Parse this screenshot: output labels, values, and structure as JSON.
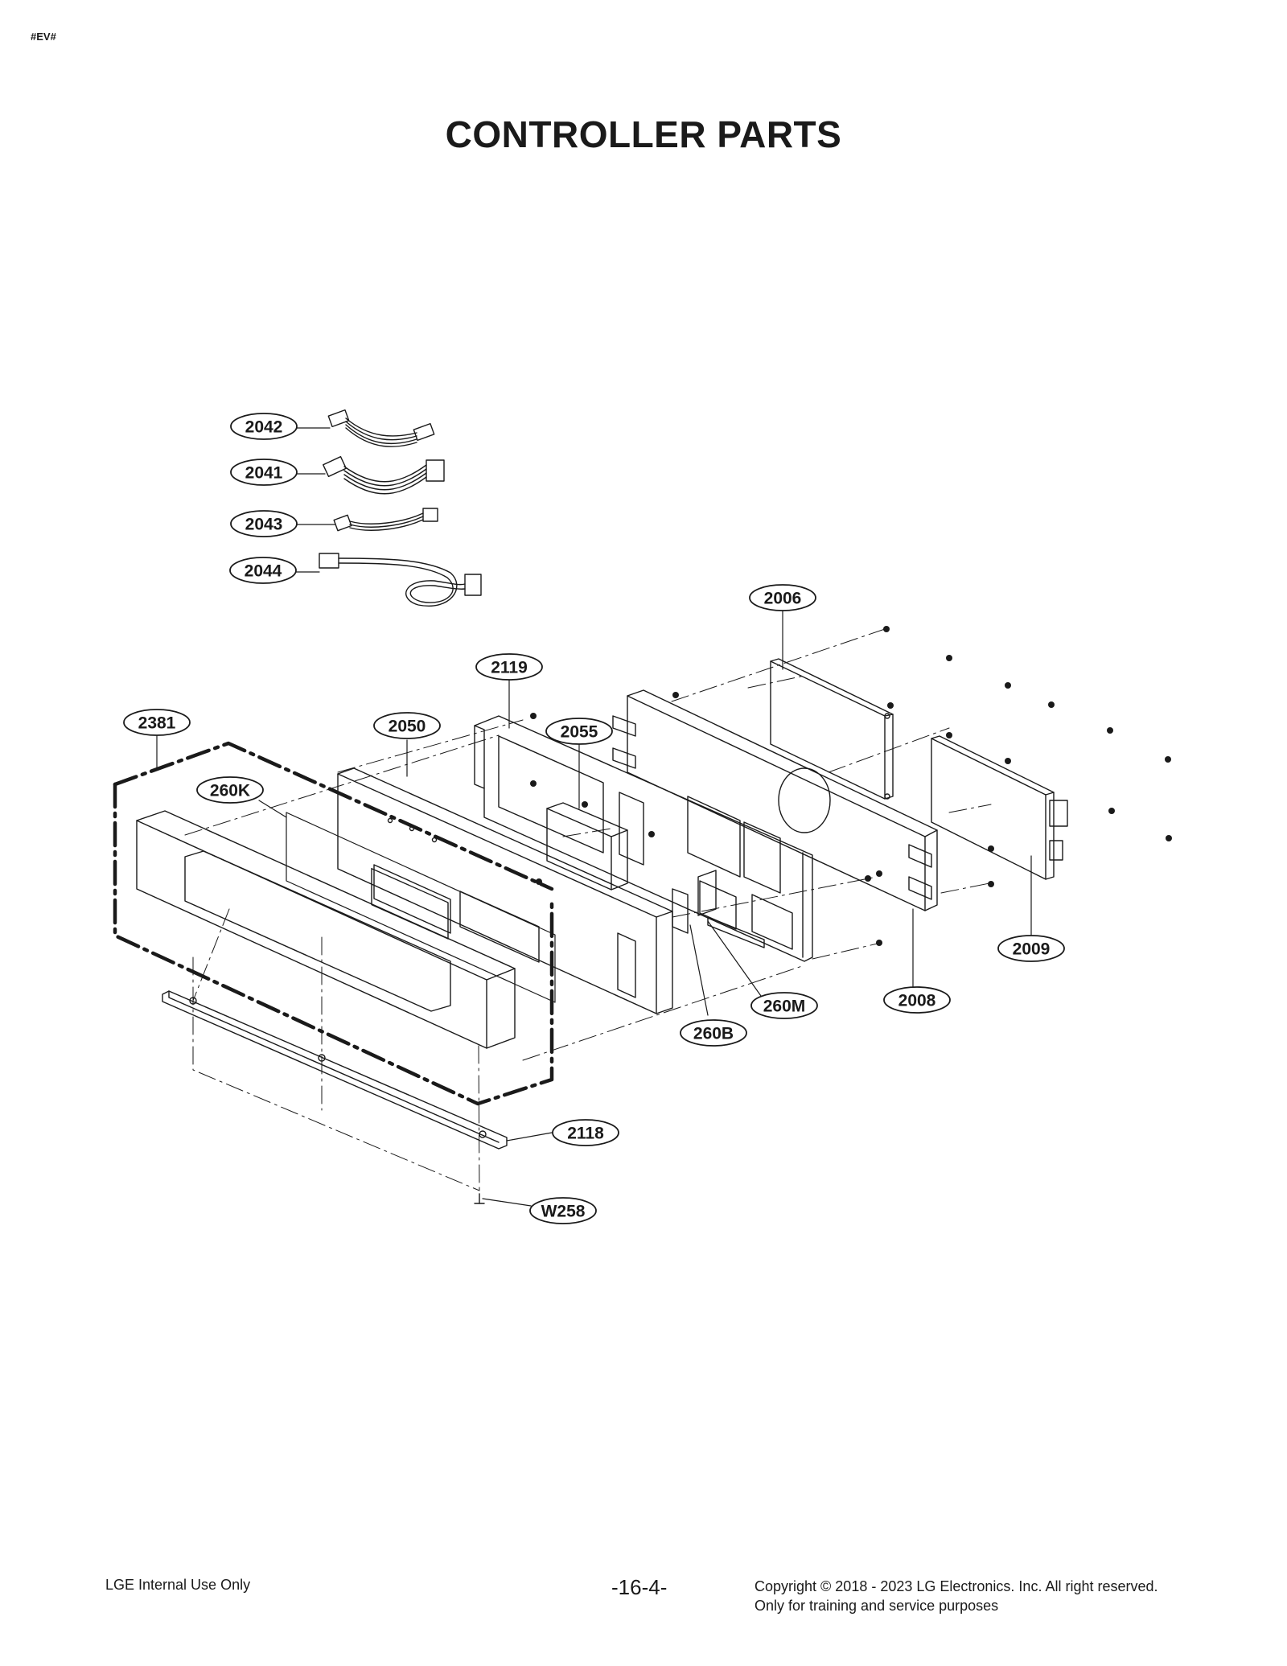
{
  "header": {
    "tag": "#EV#",
    "title": "CONTROLLER PARTS"
  },
  "callouts": {
    "c2042": "2042",
    "c2041": "2041",
    "c2043": "2043",
    "c2044": "2044",
    "c2006": "2006",
    "c2119": "2119",
    "c2381": "2381",
    "c2050": "2050",
    "c2055": "2055",
    "c260K": "260K",
    "c2009": "2009",
    "c2008": "2008",
    "c260M": "260M",
    "c260B": "260B",
    "c2118": "2118",
    "cW258": "W258"
  },
  "footer": {
    "left": "LGE Internal Use Only",
    "page": "-16-4-",
    "copyright": "Copyright © 2018 - 2023 LG Electronics. Inc. All right reserved.",
    "purpose": "Only for training and service purposes"
  }
}
